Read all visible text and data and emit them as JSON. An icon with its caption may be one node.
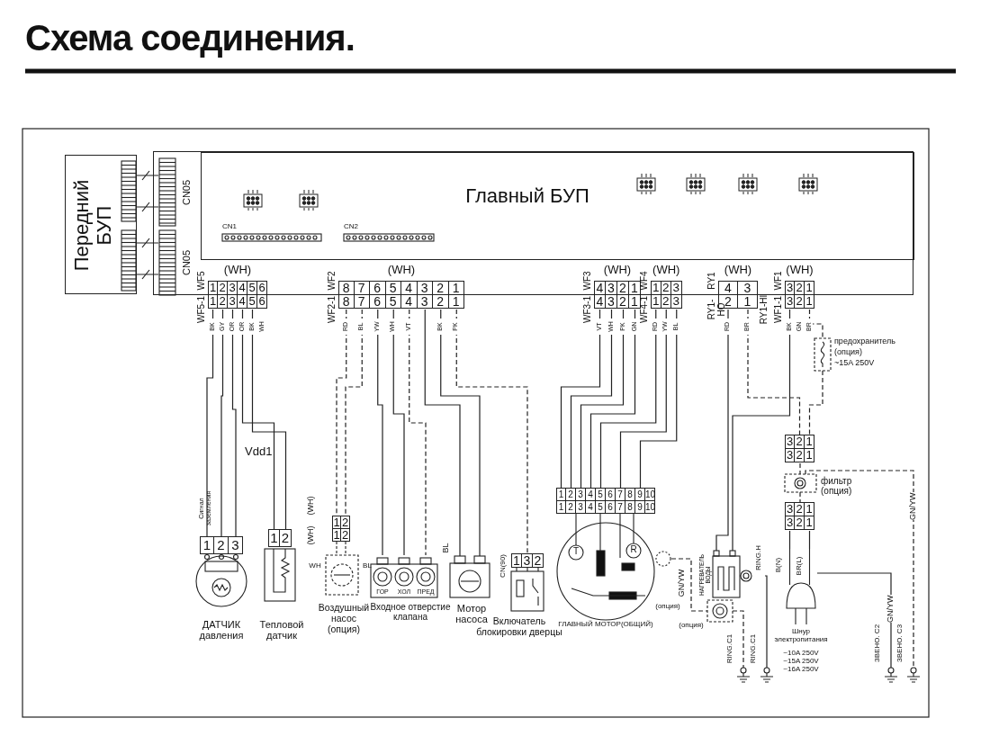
{
  "diagram": {
    "title": "Схема соединения.",
    "nodes": [
      {
        "text": [
          "Передний БУП"
        ]
      },
      {
        "text": [],
        "shape": "box"
      },
      {
        "text": [
          "Главный БУП"
        ],
        "in": 1
      },
      {
        "text": [
          "CN05"
        ],
        "in": 1
      },
      {
        "text": [
          "CN05"
        ],
        "in": 1
      },
      {
        "text": [
          "CN1"
        ],
        "in": 2
      },
      {
        "text": [
          "CN2"
        ],
        "in": 2
      },
      {
        "text": [
          "(WH)",
          "WF5",
          "WF5-1",
          "1 2 3 4 5 6",
          "1 2 3 4 5 6",
          "BK",
          "GY",
          "OR",
          "OR",
          "BK",
          "WH"
        ]
      },
      {
        "text": [
          "(WH)",
          "WF2",
          "WF2-1",
          "8 7 6 5 4 3 2 1",
          "8 7 6 5 4 3 2 1",
          "RD",
          "BL",
          "YW",
          "WH",
          "VT",
          "BK",
          "PK"
        ]
      },
      {
        "text": [
          "(WH)",
          "WF3",
          "WF3-1",
          "4 3 2 1",
          "4 3 2 1",
          "VT",
          "WH",
          "PK",
          "GN"
        ]
      },
      {
        "text": [
          "(WH)",
          "WF4",
          "WF4-1",
          "1 2 3",
          "1 2 3",
          "RD",
          "YW",
          "BL"
        ]
      },
      {
        "text": [
          "(WH)",
          "RY1",
          "RY1-HO",
          "RY1-HI",
          "4 3",
          "2 1",
          "RD",
          "BR"
        ]
      },
      {
        "text": [
          "(WH)",
          "WF1",
          "WF1-1",
          "3 2 1",
          "3 2 1",
          "BK",
          "GN",
          "BR"
        ]
      },
      {
        "text": [
          "1 2 3",
          "Сигнал заземления",
          "ДАТЧИК давления"
        ]
      },
      {
        "text": [
          "1 2",
          "Тепловой датчик"
        ]
      },
      {
        "text": [
          "(WH)",
          "(WH)",
          "1 2",
          "1 2",
          "WH",
          "BL",
          "Воздушный насос (опция)"
        ]
      },
      {
        "text": [
          "ГОР",
          "ХОЛ",
          "ПРЕД",
          "BL",
          "Входное отверстие клапана"
        ]
      },
      {
        "text": [
          "Мотор насоса"
        ]
      },
      {
        "text": [
          "1 3 2",
          "CN(90)",
          "Включатель блокировки дверцы"
        ]
      },
      {
        "text": [
          "1 2 3 4 5 6 7 8 9 10",
          "1 2 3 4 5 6 7 8 9 10",
          "T",
          "R",
          "ГЛАВНЫЙ МОТОР(ОБЩИЙ)"
        ]
      },
      {
        "text": [
          "GN/YW",
          "(опция)"
        ]
      },
      {
        "text": [
          "НАГРЕВАТЕЛЬ ВОДЫ",
          "RING.H"
        ]
      },
      {
        "text": [
          "(опция)"
        ]
      },
      {
        "text": [
          "предохранитель",
          "(опция)",
          "~15A 250V"
        ]
      },
      {
        "text": [
          "3 2 1",
          "3 2 1"
        ]
      },
      {
        "text": [
          "фильтр (опция)"
        ]
      },
      {
        "text": [
          "3 2 1",
          "3 2 1"
        ]
      },
      {
        "text": [
          "B(N)",
          "BR(L)",
          "Шнур электропитания",
          "~10A 250V",
          "~15A 250V",
          "~16A 250V"
        ]
      },
      {
        "text": [
          "RING.C1"
        ]
      },
      {
        "text": [
          "RING.C1"
        ]
      },
      {
        "text": [
          "ЗВЕНО. C2"
        ]
      },
      {
        "text": [
          "ЗВЕНО. C3"
        ]
      }
    ],
    "edges": [
      {
        "from": 0,
        "to": 3,
        "arrow": "none"
      },
      {
        "from": 0,
        "to": 3,
        "arrow": "none"
      },
      {
        "from": 0,
        "to": 4,
        "arrow": "none"
      },
      {
        "from": 0,
        "to": 4,
        "arrow": "none"
      },
      {
        "from": 7,
        "to": 13,
        "arrow": "none"
      },
      {
        "from": 7,
        "to": 13,
        "arrow": "none"
      },
      {
        "from": 7,
        "to": 13,
        "arrow": "none"
      },
      {
        "from": 7,
        "to": 14,
        "arrow": "none"
      },
      {
        "from": 7,
        "to": 14,
        "arrow": "none"
      },
      {
        "from": 8,
        "to": 15,
        "arrow": "none",
        "style": "dashed"
      },
      {
        "from": 8,
        "to": 15,
        "arrow": "none",
        "style": "dashed"
      },
      {
        "from": 8,
        "to": 16,
        "arrow": "none"
      },
      {
        "from": 8,
        "to": 16,
        "arrow": "none"
      },
      {
        "from": 8,
        "to": 16,
        "arrow": "none",
        "style": "dashed"
      },
      {
        "from": 8,
        "to": 17,
        "arrow": "none"
      },
      {
        "from": 8,
        "to": 17,
        "arrow": "none"
      },
      {
        "from": 8,
        "to": 18,
        "arrow": "none",
        "style": "dashed"
      },
      {
        "from": 9,
        "to": 19,
        "arrow": "none"
      },
      {
        "from": 9,
        "to": 19,
        "arrow": "none"
      },
      {
        "from": 9,
        "to": 19,
        "arrow": "none"
      },
      {
        "from": 9,
        "to": 19,
        "arrow": "none"
      },
      {
        "from": 10,
        "to": 19,
        "arrow": "none"
      },
      {
        "from": 10,
        "to": 19,
        "arrow": "none"
      },
      {
        "from": 10,
        "to": 19,
        "arrow": "none"
      },
      {
        "from": 11,
        "to": 21,
        "arrow": "none"
      },
      {
        "from": 12,
        "to": 21,
        "arrow": "none"
      },
      {
        "from": 11,
        "to": 24,
        "arrow": "none",
        "style": "dashed"
      },
      {
        "from": 12,
        "to": 23,
        "arrow": "none",
        "style": "dashed"
      },
      {
        "from": 23,
        "to": 24,
        "arrow": "none",
        "style": "dashed"
      },
      {
        "from": 24,
        "to": 25,
        "arrow": "none",
        "style": "dashed"
      },
      {
        "from": 25,
        "to": 26,
        "arrow": "none",
        "style": "dashed"
      },
      {
        "from": 26,
        "to": 27,
        "arrow": "none"
      },
      {
        "from": 26,
        "to": 27,
        "arrow": "none"
      },
      {
        "from": 25,
        "to": 31,
        "arrow": "none",
        "style": "dashed",
        "label": "GN/YW"
      },
      {
        "from": 27,
        "to": 30,
        "arrow": "none",
        "label": "GN/YW"
      },
      {
        "from": 21,
        "to": 29,
        "arrow": "none"
      },
      {
        "from": 20,
        "to": 22,
        "arrow": "none",
        "style": "dashed"
      },
      {
        "from": 22,
        "to": 28,
        "arrow": "none",
        "style": "dashed"
      }
    ],
    "labels": [
      "Vdd1"
    ]
  }
}
